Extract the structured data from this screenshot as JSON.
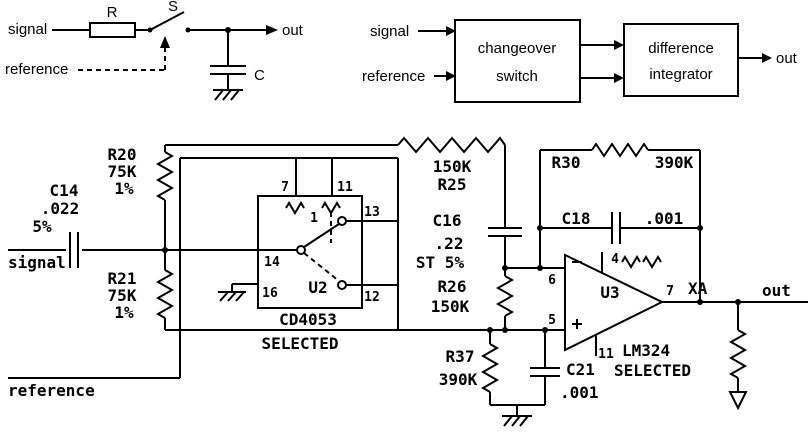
{
  "top_left": {
    "signal": "signal",
    "reference": "reference",
    "r": "R",
    "s": "S",
    "c": "C",
    "out": "out"
  },
  "blocks": {
    "signal": "signal",
    "reference": "reference",
    "box1_line1": "changeover",
    "box1_line2": "switch",
    "box2_line1": "difference",
    "box2_line2": "integrator",
    "out": "out"
  },
  "sch": {
    "signal": "signal",
    "reference": "reference",
    "xa": "XA",
    "out": "out",
    "c14": {
      "name": "C14",
      "value": ".022",
      "tol": "5%"
    },
    "r20": {
      "name": "R20",
      "value": "75K",
      "tol": "1%"
    },
    "r21": {
      "name": "R21",
      "value": "75K",
      "tol": "1%"
    },
    "r25": {
      "value": "150K",
      "name": "R25"
    },
    "c16": {
      "name": "C16",
      "value": ".22",
      "note": "ST 5%"
    },
    "r26": {
      "name": "R26",
      "value": "150K"
    },
    "r30": {
      "name": "R30",
      "value": "390K"
    },
    "c18": {
      "name": "C18",
      "value": ".001"
    },
    "r37": {
      "name": "R37",
      "value": "390K"
    },
    "c21": {
      "name": "C21",
      "value": ".001"
    },
    "u2": {
      "name": "U2",
      "part": "CD4053",
      "note": "SELECTED",
      "pins": {
        "p7": "7",
        "p11": "11",
        "p1": "1",
        "p13": "13",
        "p14": "14",
        "p16": "16",
        "p12": "12"
      }
    },
    "u3": {
      "name": "U3",
      "part": "LM324",
      "note": "SELECTED",
      "pins": {
        "p6": "6",
        "p5": "5",
        "p4": "4",
        "p11": "11",
        "p7": "7"
      }
    }
  }
}
